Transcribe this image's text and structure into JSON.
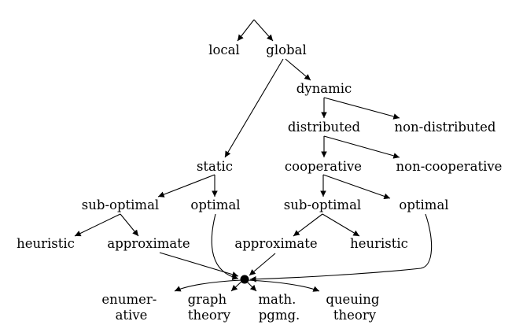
{
  "nodes": {
    "local": "local",
    "global": "global",
    "dynamic": "dynamic",
    "distributed": "distributed",
    "non_distributed": "non-distributed",
    "static": "static",
    "cooperative": "cooperative",
    "non_cooperative": "non-cooperative",
    "static_sub_optimal": "sub-optimal",
    "static_optimal": "optimal",
    "coop_sub_optimal": "sub-optimal",
    "coop_optimal": "optimal",
    "static_heuristic": "heuristic",
    "static_approximate": "approximate",
    "coop_approximate": "approximate",
    "coop_heuristic": "heuristic",
    "enumerative": [
      "enumer-",
      "ative"
    ],
    "graph_theory": [
      "graph",
      "theory"
    ],
    "math_pgmg": [
      "math.",
      "pgmg."
    ],
    "queuing_theory": [
      "queuing",
      "theory"
    ]
  }
}
